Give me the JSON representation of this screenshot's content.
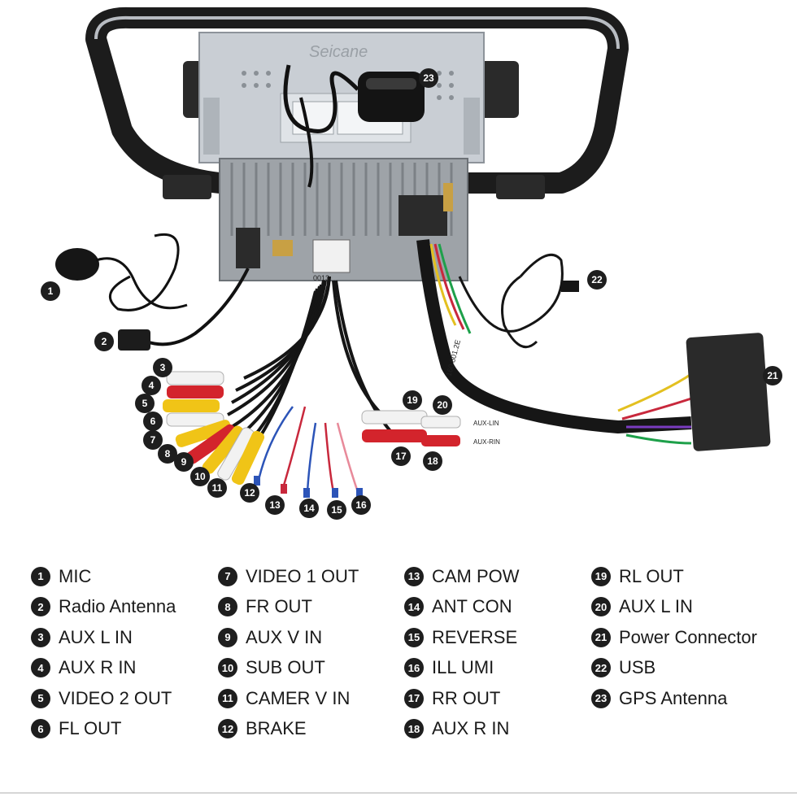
{
  "brand": "Seicane",
  "harness_tags": {
    "main_harness": "0013",
    "power_harness": "160 801.2E",
    "tag_a": "AUX-LIN",
    "tag_b": "AUX-RIN"
  },
  "legend": [
    {
      "n": "1",
      "label": "MIC"
    },
    {
      "n": "2",
      "label": "Radio Antenna"
    },
    {
      "n": "3",
      "label": "AUX L IN"
    },
    {
      "n": "4",
      "label": "AUX R IN"
    },
    {
      "n": "5",
      "label": "VIDEO 2 OUT"
    },
    {
      "n": "6",
      "label": "FL OUT"
    },
    {
      "n": "7",
      "label": "VIDEO 1 OUT"
    },
    {
      "n": "8",
      "label": "FR OUT"
    },
    {
      "n": "9",
      "label": "AUX V IN"
    },
    {
      "n": "10",
      "label": "SUB OUT"
    },
    {
      "n": "11",
      "label": "CAMER V IN"
    },
    {
      "n": "12",
      "label": "BRAKE"
    },
    {
      "n": "13",
      "label": "CAM POW"
    },
    {
      "n": "14",
      "label": "ANT CON"
    },
    {
      "n": "15",
      "label": "REVERSE"
    },
    {
      "n": "16",
      "label": "ILL UMI"
    },
    {
      "n": "17",
      "label": "RR OUT"
    },
    {
      "n": "18",
      "label": "AUX R IN"
    },
    {
      "n": "19",
      "label": "RL OUT"
    },
    {
      "n": "20",
      "label": "AUX L IN"
    },
    {
      "n": "21",
      "label": "Power Connector"
    },
    {
      "n": "22",
      "label": "USB"
    },
    {
      "n": "23",
      "label": "GPS Antenna"
    }
  ]
}
